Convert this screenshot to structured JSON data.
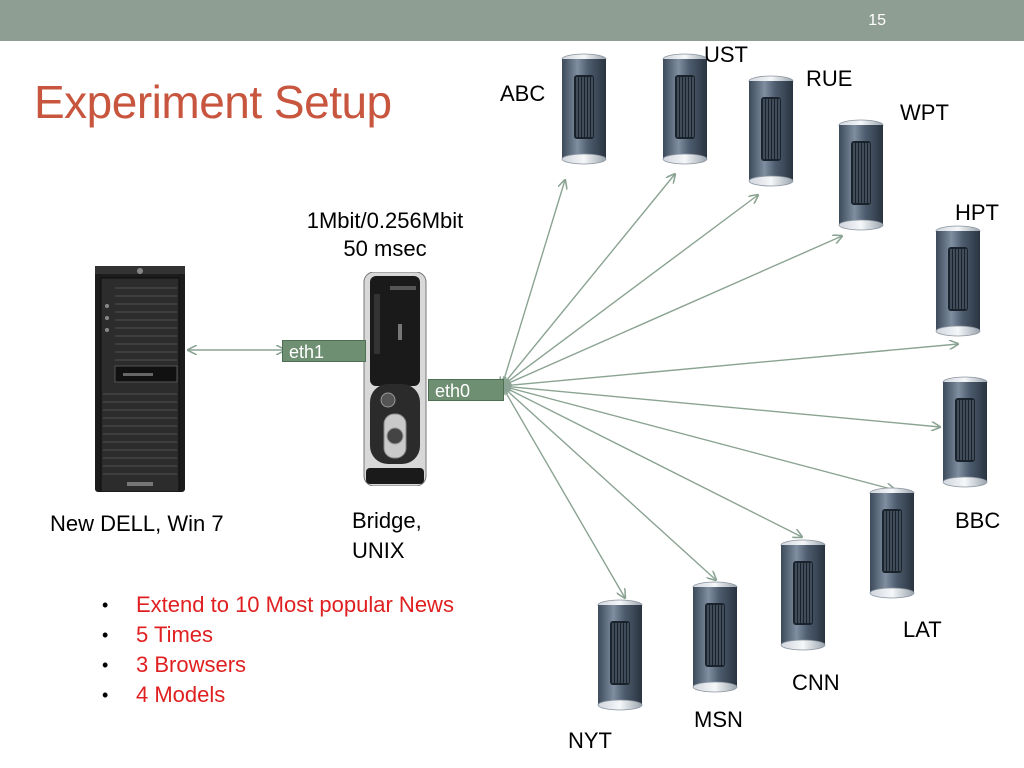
{
  "slide_number": "15",
  "title": "Experiment Setup",
  "client": {
    "label": "New DELL, Win 7"
  },
  "bridge": {
    "link_label_line1": "1Mbit/0.256Mbit",
    "link_label_line2": "50 msec",
    "label_line1": "Bridge,",
    "label_line2": "UNIX",
    "iface_left": "eth1",
    "iface_right": "eth0"
  },
  "servers": [
    "ABC",
    "UST",
    "RUE",
    "WPT",
    "HPT",
    "BBC",
    "LAT",
    "CNN",
    "MSN",
    "NYT"
  ],
  "bullets": [
    "Extend to 10 Most popular News",
    "5 Times",
    "3 Browsers",
    "4 Models"
  ]
}
